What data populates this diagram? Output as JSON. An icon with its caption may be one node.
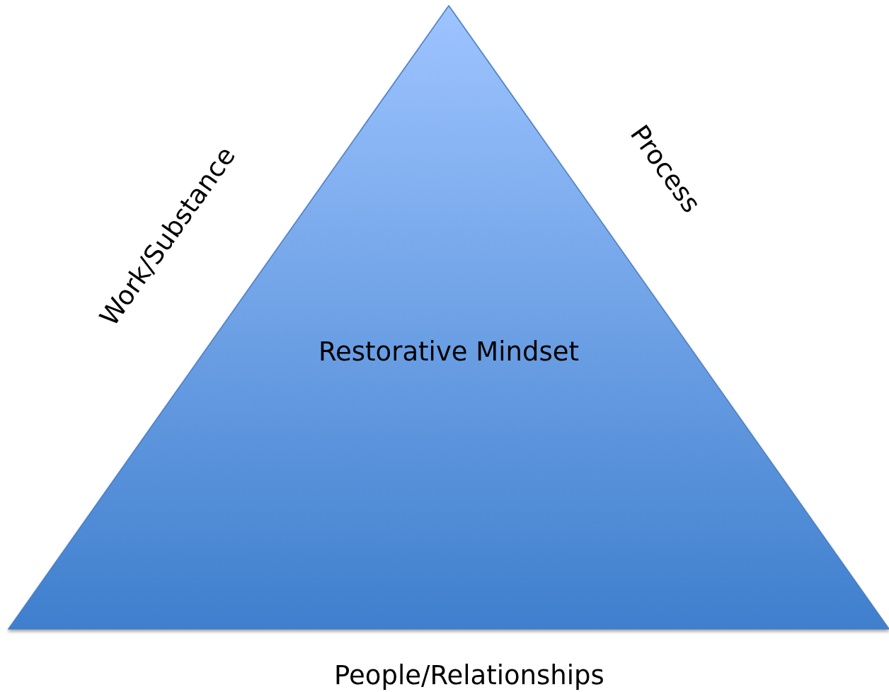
{
  "diagram": {
    "nodes": [
      {
        "text": [
          "Restorative Mindset"
        ]
      }
    ],
    "labels": [
      "Work/Substance",
      "Process",
      "People/Relationships"
    ]
  }
}
